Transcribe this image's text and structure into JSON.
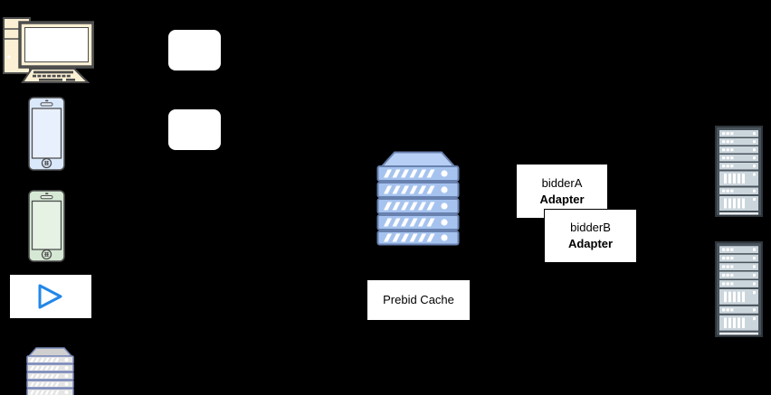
{
  "diagram": {
    "background_color": "#000000",
    "boxes": {
      "bidder_a": {
        "line1": "bidderA",
        "line2": "Adapter"
      },
      "bidder_b": {
        "line1": "bidderB",
        "line2": "Adapter"
      },
      "prebid_cache": {
        "label": "Prebid Cache"
      }
    },
    "icons": [
      {
        "name": "desktop-computer-icon",
        "color": "#FBF0D3",
        "outline": "#4D4D4D"
      },
      {
        "name": "smartphone-blue-icon",
        "color": "#DAE8FC",
        "outline": "#4D4D4D"
      },
      {
        "name": "smartphone-green-icon",
        "color": "#D5E8D4",
        "outline": "#4D4D4D"
      },
      {
        "name": "video-player-icon",
        "play_color": "#2387E8",
        "background": "#FFFFFF"
      },
      {
        "name": "server-stack-small-icon",
        "color": "#E4E4E4",
        "outline": "#7787B8"
      },
      {
        "name": "server-stack-blue-icon",
        "color": "#A6C3EF",
        "outline": "#6881AF"
      },
      {
        "name": "server-rack-top-icon",
        "color": "#CBD5DC",
        "outline": "#343B41"
      },
      {
        "name": "server-rack-bottom-icon",
        "color": "#CBD5DC",
        "outline": "#343B41"
      }
    ],
    "placeholder_boxes": {
      "count": 2,
      "color": "#FFFFFF"
    }
  }
}
